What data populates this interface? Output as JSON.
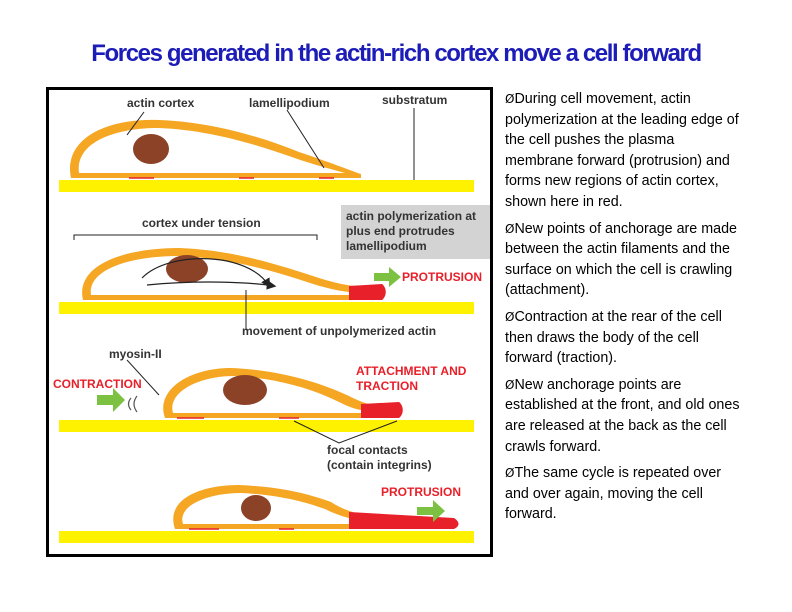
{
  "title": "Forces generated in the actin-rich cortex move a cell  forward",
  "figure": {
    "labels": {
      "actin_cortex": "actin cortex",
      "lamellipodium": "lamellipodium",
      "substratum": "substratum",
      "cortex_under_tension": "cortex under tension",
      "polymerization_line1": "actin polymerization at",
      "polymerization_line2": "plus end protrudes",
      "polymerization_line3": "lamellipodium",
      "protrusion_1": "PROTRUSION",
      "unpolymerized": "movement of unpolymerized actin",
      "myosin": "myosin-II",
      "contraction": "CONTRACTION",
      "attachment_line1": "ATTACHMENT AND",
      "attachment_line2": "TRACTION",
      "focal_line1": "focal contacts",
      "focal_line2": "(contain integrins)",
      "protrusion_2": "PROTRUSION"
    },
    "colors": {
      "substratum": "#fff200",
      "cortex": "#f5a623",
      "nucleus": "#8b4226",
      "leading_edge": "#e8202a",
      "arrow": "#7cc142",
      "label_box": "#d3d3d3"
    }
  },
  "bullets": [
    "During cell movement, actin polymerization at the leading edge of the cell pushes the plasma membrane forward (protrusion) and forms new regions of actin cortex, shown here in red.",
    "New points of anchorage are made between the actin filaments and the surface on which the cell is crawling (attachment).",
    "Contraction at the rear of the cell then draws the body of the cell forward (traction).",
    "New anchorage points are established at the front, and old ones are released at the back as the cell crawls forward.",
    "The same cycle is repeated over and over again, moving the cell forward."
  ],
  "bullet_marker": "Ø"
}
